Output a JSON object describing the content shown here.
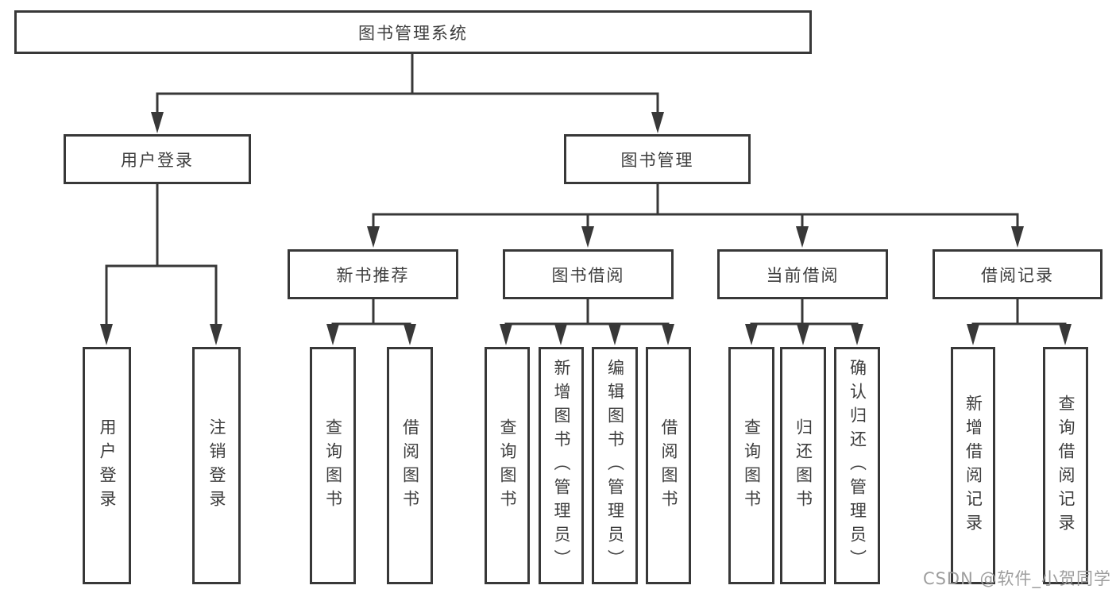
{
  "colors": {
    "line": "#383838",
    "text": "#3d3d3d",
    "background": "#ffffff",
    "watermark_text_color": "#9e9e9e"
  },
  "watermark": "CSDN @软件_小贺同学",
  "tree": {
    "root": "图书管理系统",
    "children": [
      {
        "label": "用户登录",
        "children": [
          "用户登录",
          "注销登录"
        ]
      },
      {
        "label": "图书管理",
        "children": [
          {
            "label": "新书推荐",
            "children": [
              "查询图书",
              "借阅图书"
            ]
          },
          {
            "label": "图书借阅",
            "children": [
              "查询图书",
              "新增图书（管理员）",
              "编辑图书（管理员）",
              "借阅图书"
            ]
          },
          {
            "label": "当前借阅",
            "children": [
              "查询图书",
              "归还图书",
              "确认归还（管理员）"
            ]
          },
          {
            "label": "借阅记录",
            "children": [
              "新增借阅记录",
              "查询借阅记录"
            ]
          }
        ]
      }
    ]
  }
}
